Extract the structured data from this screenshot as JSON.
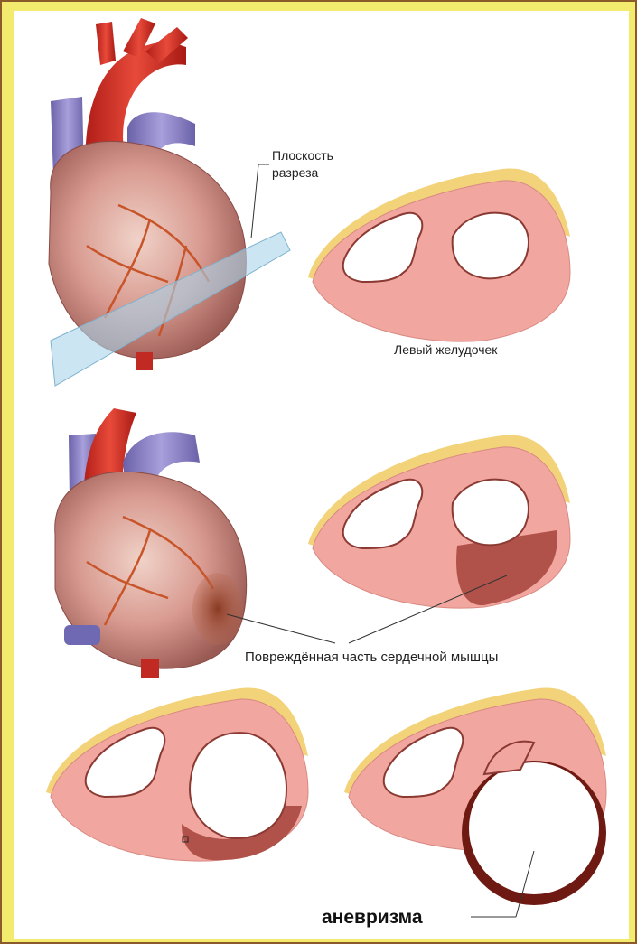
{
  "labels": {
    "cut_plane": [
      "Плоскость",
      "разреза"
    ],
    "left_ventricle": "Левый желудочек",
    "damaged_muscle": "Повреждённая часть сердечной мышцы",
    "aneurysm": "аневризма"
  },
  "colors": {
    "frame_border": "#8a5a2a",
    "frame_fill": "#f3eb6e",
    "myocardium": "#f2a6a0",
    "epicardial_fat": "#f3d37a",
    "damaged_tissue": "#b0524a",
    "aneurysm_wall": "#6e1a12",
    "artery": "#d8322a",
    "vein": "#8f86c8",
    "cut_plane": "#a9d3ea"
  }
}
